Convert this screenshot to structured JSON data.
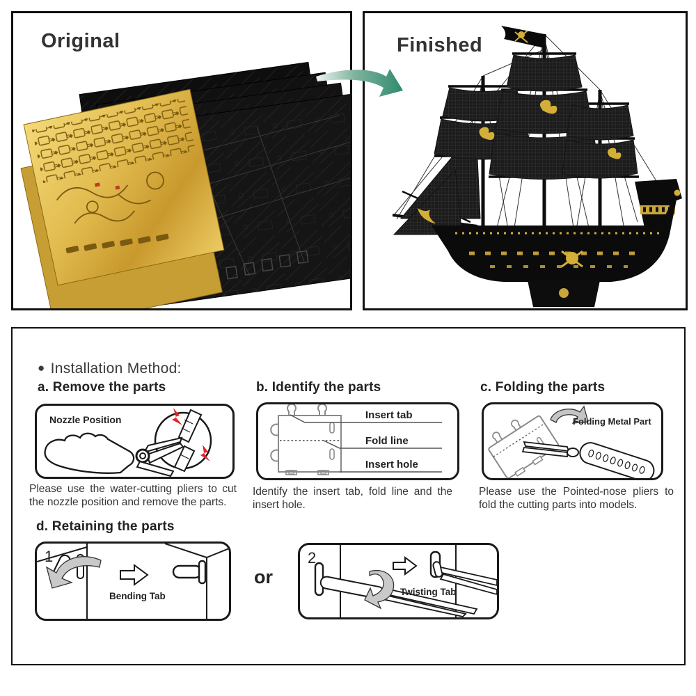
{
  "colors": {
    "border": "#111111",
    "accent_green": "#2e8b6c",
    "alert_red": "#e42528",
    "gold": "#d4af37",
    "sheet_black": "#121212",
    "diagram_gray": "#c9c9c9"
  },
  "original_panel": {
    "label": "Original"
  },
  "finished_panel": {
    "label": "Finished"
  },
  "instructions": {
    "bullet": "●",
    "title": "Installation Method:",
    "step_a": {
      "heading": "a. Remove the parts",
      "diagram_label": "Nozzle Position",
      "caption": "Please use the water-cutting pliers to cut the nozzle position and remove the parts."
    },
    "step_b": {
      "heading": "b. Identify the parts",
      "label_insert_tab": "Insert tab",
      "label_fold_line": "Fold line",
      "label_insert_hole": "Insert hole",
      "caption": "Identify the insert tab, fold line and the insert hole."
    },
    "step_c": {
      "heading": "c. Folding the parts",
      "diagram_label": "Folding Metal Part",
      "caption": "Please use the Pointed-nose pliers to fold the cutting parts into models."
    },
    "step_d": {
      "heading": "d. Retaining the parts",
      "option1": {
        "number": "1",
        "label": "Bending Tab"
      },
      "connector": "or",
      "option2": {
        "number": "2",
        "label": "Twisting Tab"
      }
    }
  }
}
